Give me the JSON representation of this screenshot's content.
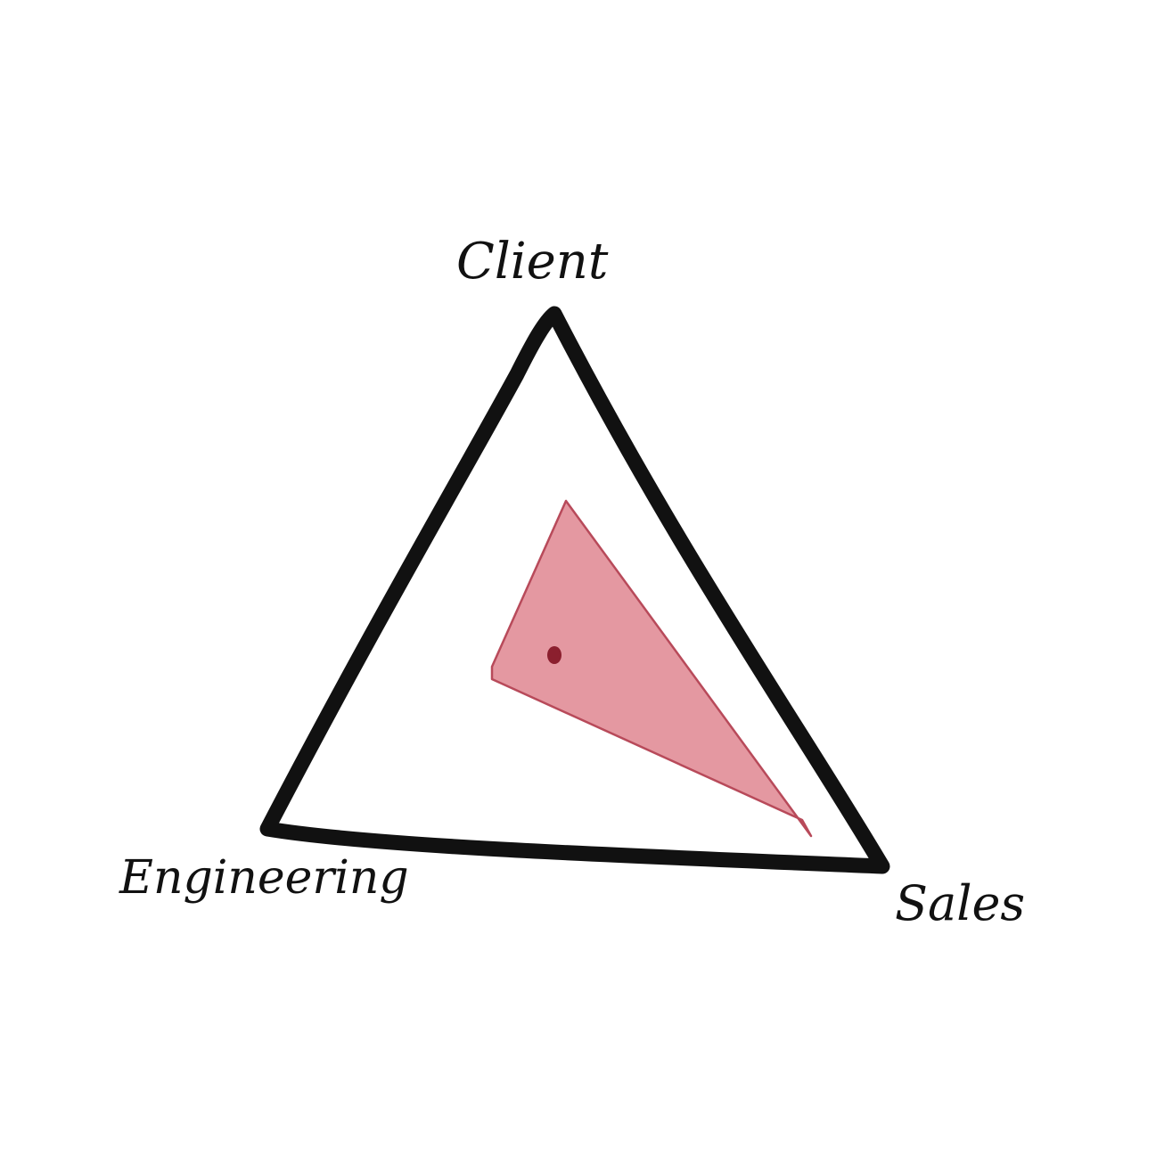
{
  "diagram": {
    "vertices": {
      "top": "Client",
      "bottom_left": "Engineering",
      "bottom_right": "Sales"
    }
  },
  "colors": {
    "outline": "#111111",
    "shaded_region_fill": "#e08a94",
    "shaded_region_edge": "#b84a5a",
    "marker": "#8b1f2e"
  }
}
